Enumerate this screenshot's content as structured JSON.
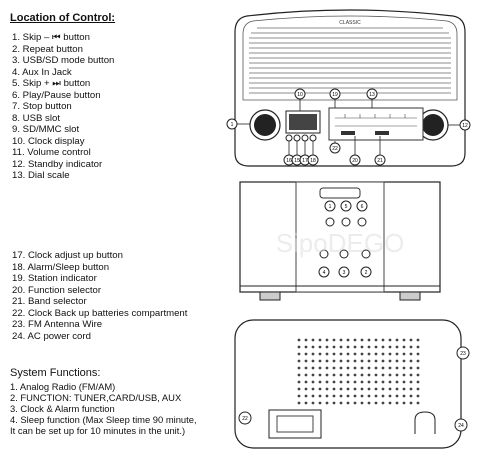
{
  "heading": "Location of Control:",
  "controls_top": [
    "1.  Skip – ⏮ button",
    "2.  Repeat button",
    "3.  USB/SD mode button",
    "4.  Aux In Jack",
    "5.  Skip + ⏭ button",
    "6.  Play/Pause button",
    "7.  Stop button",
    "8.  USB slot",
    "9.  SD/MMC slot",
    "10. Clock display",
    "11. Volume control",
    "12. Standby indicator",
    "13. Dial scale"
  ],
  "controls_bottom": [
    "17. Clock adjust up button",
    "18. Alarm/Sleep button",
    "19. Station indicator",
    "20. Function selector",
    "21. Band selector",
    "22. Clock Back up batteries compartment",
    "23. FM Antenna Wire",
    "24. AC power cord"
  ],
  "functions_heading": "System Functions:",
  "functions": [
    "1.  Analog Radio (FM/AM)",
    "2.  FUNCTION: TUNER,CARD/USB, AUX",
    "3.  Clock & Alarm function",
    "4.  Sleep function (Max Sleep time 90 minute,",
    "     It can be set up for 10 minutes in the unit.)"
  ],
  "radio_brand": "CLASSIC",
  "callouts_front": [
    "1",
    "10",
    "19",
    "12",
    "13",
    "16",
    "15",
    "17",
    "18",
    "20",
    "21",
    "22",
    "11"
  ],
  "callouts_top": [
    "1",
    "5",
    "6",
    "4",
    "3",
    "2"
  ],
  "callouts_back": [
    "22",
    "23",
    "24"
  ],
  "watermark": "SipoDEGO"
}
